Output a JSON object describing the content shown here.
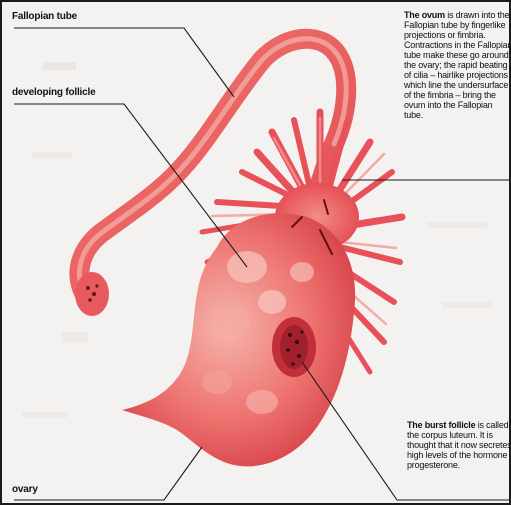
{
  "labels": {
    "fallopian_tube": "Fallopian tube",
    "developing_follicle": "developing follicle",
    "ovary": "ovary"
  },
  "captions": {
    "ovum": {
      "bold": "The ovum",
      "text": " is drawn into the Fallopian tube by fingerlike projections or fimbria. Contractions in the Fallopian tube make these go around the ovary; the rapid beating of cilia – hairlike projections which line the undersurface of the fimbria – bring the ovum into the Fallopian tube."
    },
    "burst_follicle": {
      "bold": "The burst follicle",
      "text": " is called the corpus luteum. It is thought that it now secretes high levels of the hormone progesterone."
    }
  },
  "colors": {
    "tissue": "#e9545a",
    "tissue_light": "#f4a39e",
    "tissue_dark": "#c8303a",
    "leader_line": "#1a1a1a"
  }
}
